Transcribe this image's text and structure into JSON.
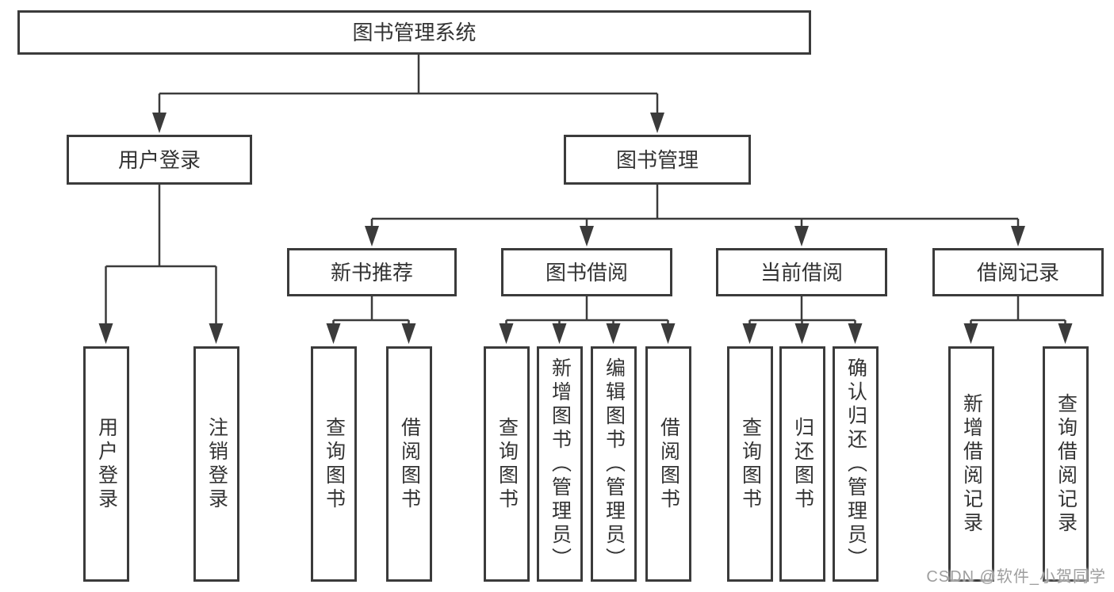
{
  "tree": {
    "label": "图书管理系统",
    "children": [
      {
        "label": "用户登录",
        "children": [
          {
            "label": "用户登录"
          },
          {
            "label": "注销登录"
          }
        ]
      },
      {
        "label": "图书管理",
        "children": [
          {
            "label": "新书推荐",
            "children": [
              {
                "label": "查询图书"
              },
              {
                "label": "借阅图书"
              }
            ]
          },
          {
            "label": "图书借阅",
            "children": [
              {
                "label": "查询图书"
              },
              {
                "label": "新增图书（管理员）"
              },
              {
                "label": "编辑图书（管理员）"
              },
              {
                "label": "借阅图书"
              }
            ]
          },
          {
            "label": "当前借阅",
            "children": [
              {
                "label": "查询图书"
              },
              {
                "label": "归还图书"
              },
              {
                "label": "确认归还（管理员）"
              }
            ]
          },
          {
            "label": "借阅记录",
            "children": [
              {
                "label": "新增借阅记录"
              },
              {
                "label": "查询借阅记录"
              }
            ]
          }
        ]
      }
    ]
  },
  "watermark": {
    "text": "CSDN @软件_小贺同学"
  },
  "colors": {
    "line": "#3b3b3b",
    "box_border": "#3b3b3b",
    "text": "#333333",
    "watermark": "#9e9e9e",
    "background": "#ffffff"
  }
}
